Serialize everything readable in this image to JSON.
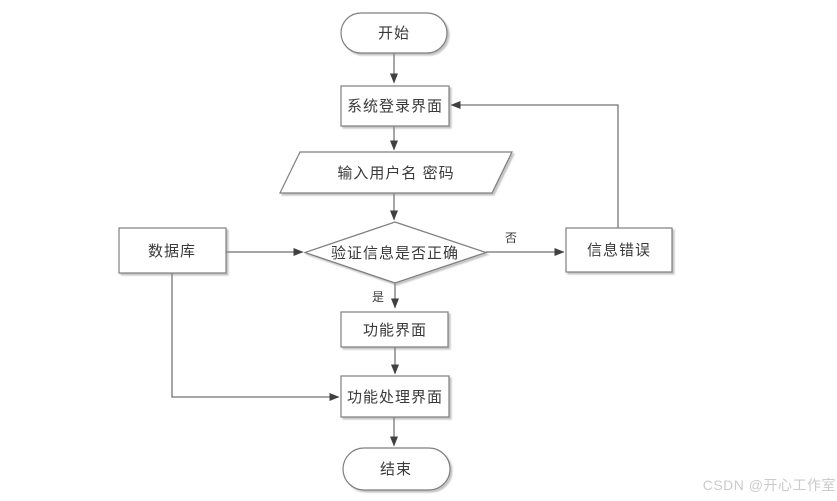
{
  "diagram": {
    "type": "flowchart",
    "nodes": {
      "start": {
        "label": "开始",
        "shape": "terminator"
      },
      "login": {
        "label": "系统登录界面",
        "shape": "process"
      },
      "input": {
        "label": "输入用户名 密码",
        "shape": "data"
      },
      "verify": {
        "label": "验证信息是否正确",
        "shape": "decision"
      },
      "database": {
        "label": "数据库",
        "shape": "process"
      },
      "error": {
        "label": "信息错误",
        "shape": "process"
      },
      "func": {
        "label": "功能界面",
        "shape": "process"
      },
      "procui": {
        "label": "功能处理界面",
        "shape": "process"
      },
      "end": {
        "label": "结束",
        "shape": "terminator"
      }
    },
    "edge_labels": {
      "no": "否",
      "yes": "是"
    },
    "colors": {
      "node_fill": "#ffffff",
      "node_border": "#7f7f7f",
      "connector": "#4c4c4c",
      "arrowhead": "#404040",
      "text": "#3a3a3a"
    }
  },
  "watermark": {
    "text": "CSDN @开心工作室",
    "color": "#cbcbcb"
  }
}
